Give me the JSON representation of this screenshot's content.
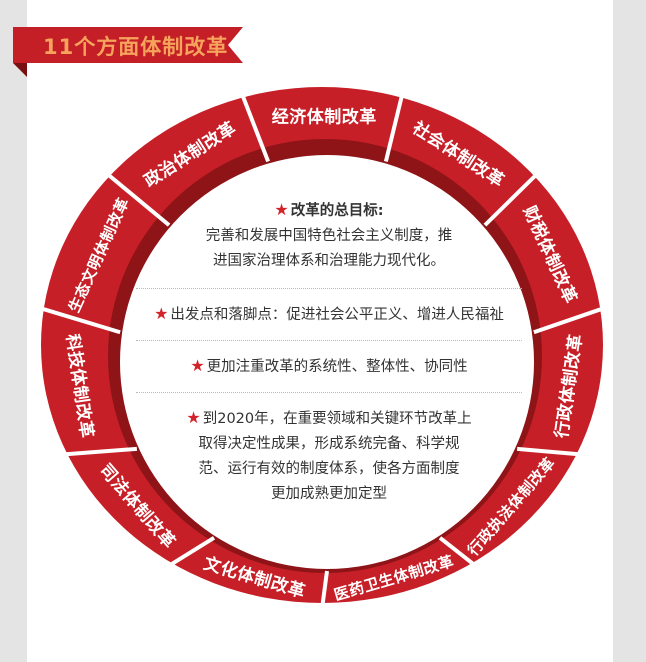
{
  "banner": {
    "title": "11个方面体制改革",
    "bg_color": "#c41e26",
    "text_color": "#f6a35c"
  },
  "ring": {
    "color": "#c71f27",
    "shadow_color": "#8e1418",
    "divider_color": "#ffffff",
    "segments": [
      {
        "label": "经济体制改革"
      },
      {
        "label": "社会体制改革"
      },
      {
        "label": "财税体制改革"
      },
      {
        "label": "行政体制改革"
      },
      {
        "label": "行政执法体制改革"
      },
      {
        "label": "医药卫生体制改革"
      },
      {
        "label": "文化体制改革"
      },
      {
        "label": "司法体制改革"
      },
      {
        "label": "科技体制改革"
      },
      {
        "label": "生态文明体制改革"
      },
      {
        "label": "政治体制改革"
      }
    ]
  },
  "center": {
    "star_icon": "★",
    "goal": {
      "heading": "改革的总目标:",
      "lines": [
        "完善和发展中国特色社会主义制度，推",
        "进国家治理体系和治理能力现代化。"
      ]
    },
    "starting_point": {
      "text": "出发点和落脚点：促进社会公平正义、增进人民福祉"
    },
    "emphasis": {
      "text": "更加注重改革的系统性、整体性、协同性"
    },
    "target_2020": {
      "lines": [
        "到2020年，在重要领域和关键环节改革上",
        "取得决定性成果，形成系统完备、科学规",
        "范、运行有效的制度体系，使各方面制度",
        "更加成熟更加定型"
      ]
    }
  }
}
